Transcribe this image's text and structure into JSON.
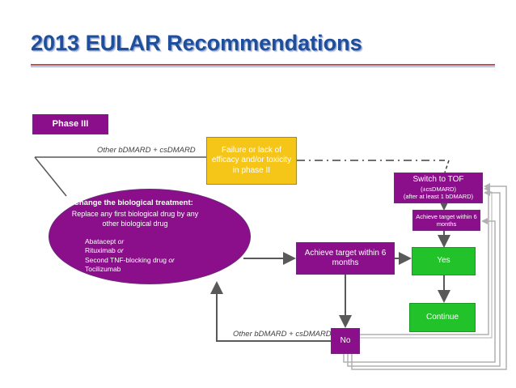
{
  "title": "2013 EULAR Recommendations",
  "phase_label": "Phase III",
  "edge_label_top": "Other bDMARD + csDMARD",
  "edge_label_bottom": "Other bDMARD + csDMARD",
  "failure_box": "Failure or lack of efficacy and/or toxicity in phase II",
  "switch_tof": {
    "title": "Switch to TOF",
    "line2": "(±csDMARD)",
    "line3": "(after at least 1 bDMARD)"
  },
  "achieve_small": "Achieve target within 6 months",
  "achieve_main": "Achieve target within 6 months",
  "yes_label": "Yes",
  "no_label": "No",
  "continue_label": "Continue",
  "ellipse": {
    "heading": "Change the biological treatment:",
    "subtext": "Replace any first biological drug by any other biological drug",
    "drugs": [
      {
        "name": "Abatacept",
        "conj": "or"
      },
      {
        "name": "Rituximab",
        "conj": "or"
      },
      {
        "name": "Second TNF-blocking drug",
        "conj": "or"
      },
      {
        "name": "Tocilizumab",
        "conj": ""
      }
    ]
  },
  "colors": {
    "title": "#1f4e9c",
    "title_rule": "#c0504d",
    "purple": "#8b0e8b",
    "green": "#22c32a",
    "yellow": "#f5c518",
    "arrow": "#595959",
    "feedback": "#c8c8c8"
  }
}
